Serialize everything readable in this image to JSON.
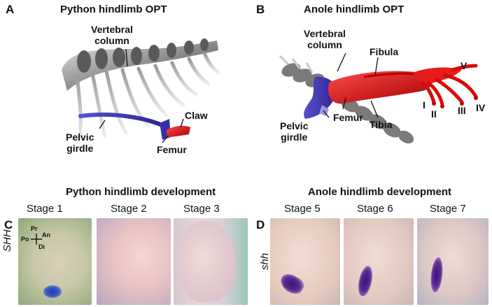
{
  "panelA": {
    "letter": "A",
    "title": "Python hindlimb OPT",
    "labels": {
      "vertebral": "Vertebral\ncolumn",
      "pelvic": "Pelvic\ngirdle",
      "claw": "Claw",
      "femur": "Femur"
    }
  },
  "panelB": {
    "letter": "B",
    "title": "Anole hindlimb OPT",
    "labels": {
      "vertebral": "Vertebral\ncolumn",
      "fibula": "Fibula",
      "pelvic": "Pelvic\ngirdle",
      "femur": "Femur",
      "tibia": "Tibia",
      "digits": [
        "I",
        "II",
        "III",
        "IV",
        "V"
      ]
    }
  },
  "panelC": {
    "letter": "C",
    "title": "Python hindlimb development",
    "gene": "SHH",
    "stages": [
      "Stage 1",
      "Stage 2",
      "Stage 3"
    ],
    "axes": {
      "pr": "Pr",
      "po": "Po",
      "an": "An",
      "di": "Di"
    }
  },
  "panelD": {
    "letter": "D",
    "title": "Anole hindlimb development",
    "gene": "shh",
    "stages": [
      "Stage 5",
      "Stage 6",
      "Stage 7"
    ]
  }
}
